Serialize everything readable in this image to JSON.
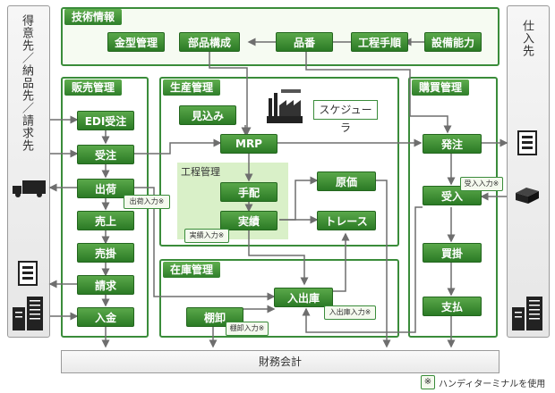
{
  "left_panel": {
    "label": "得意先／納品先／請求先"
  },
  "right_panel": {
    "label": "仕入先"
  },
  "groups": {
    "tech": "技術情報",
    "sales": "販売管理",
    "production": "生産管理",
    "process": "工程管理",
    "inventory": "在庫管理",
    "purchase": "購買管理"
  },
  "nodes": {
    "kanagata": "金型管理",
    "buhin": "部品構成",
    "hinban": "品番",
    "koutei_tejun": "工程手順",
    "setsubi": "設備能力",
    "edi": "EDI受注",
    "juchu": "受注",
    "shukka": "出荷",
    "uriage": "売上",
    "urikake": "売掛",
    "seikyu": "請求",
    "nyukin": "入金",
    "mikomi": "見込み",
    "scheduler": "スケジューラ",
    "mrp": "MRP",
    "tehai": "手配",
    "jisseki": "実績",
    "genka": "原価",
    "trace": "トレース",
    "nyushukko": "入出庫",
    "tanaoroshi": "棚卸",
    "hatchu": "発注",
    "ukeire": "受入",
    "kaikake": "買掛",
    "shiharai": "支払",
    "zaimu": "財務会計"
  },
  "badges": {
    "shukka_input": "出荷入力※",
    "jisseki_input": "実績入力※",
    "nyushukko_input": "入出庫入力※",
    "tanaoroshi_input": "棚卸入力※",
    "ukeire_input": "受入入力※"
  },
  "legend": {
    "mark": "※",
    "text": "ハンディターミナルを使用"
  },
  "colors": {
    "green_dark": "#2b7a25",
    "green_light": "#5aa84a",
    "border": "#3a8c3a",
    "arrow": "#6e6e6e"
  }
}
